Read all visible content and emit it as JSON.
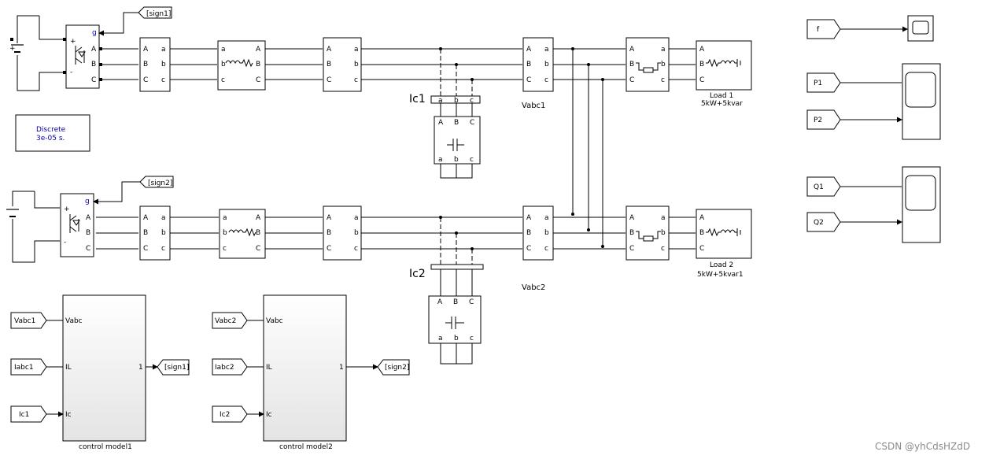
{
  "tags": {
    "sign1": "[sign1]",
    "sign2": "[sign2]"
  },
  "solver": {
    "line1": "Discrete",
    "line2": "3e-05 s."
  },
  "ports": {
    "A": "A",
    "B": "B",
    "C": "C",
    "a": "a",
    "b": "b",
    "c": "c",
    "plus": "+",
    "minus": "-",
    "g": "g"
  },
  "labels": {
    "ic1": "Ic1",
    "ic2": "Ic2",
    "vabc1": "Vabc1",
    "vabc2": "Vabc2",
    "load1_name": "Load 1",
    "load1_spec": "5kW+5kvar",
    "load2_name": "Load 2",
    "load2_spec": "5kW+5kvar1"
  },
  "control1": {
    "name": "control model1",
    "inputs": [
      "Vabc1",
      "Iabc1",
      "Ic1"
    ],
    "in_ports": [
      "Vabc",
      "IL",
      "Ic"
    ],
    "out_port": "1",
    "output": "[sign1]"
  },
  "control2": {
    "name": "control model2",
    "inputs": [
      "Vabc2",
      "Iabc2",
      "Ic2"
    ],
    "in_ports": [
      "Vabc",
      "IL",
      "Ic"
    ],
    "out_port": "1",
    "output": "[sign2]"
  },
  "scopes": {
    "f": "f",
    "p1": "P1",
    "p2": "P2",
    "q1": "Q1",
    "q2": "Q2"
  },
  "watermark": "CSDN @yhCdsHZdD"
}
